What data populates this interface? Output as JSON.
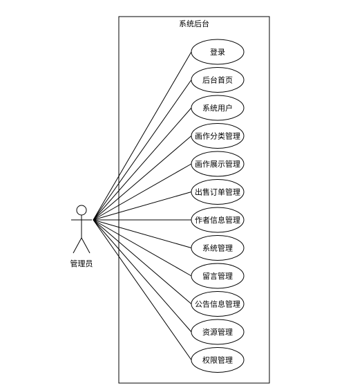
{
  "diagram": {
    "system_title": "系统后台",
    "actor": {
      "label": "管理员"
    },
    "use_cases": [
      {
        "label": "登录"
      },
      {
        "label": "后台首页"
      },
      {
        "label": "系统用户"
      },
      {
        "label": "画作分类管理"
      },
      {
        "label": "画作展示管理"
      },
      {
        "label": "出售订单管理"
      },
      {
        "label": "作者信息管理"
      },
      {
        "label": "系统管理"
      },
      {
        "label": "留言管理"
      },
      {
        "label": "公告信息管理"
      },
      {
        "label": "资源管理"
      },
      {
        "label": "权限管理"
      }
    ]
  }
}
